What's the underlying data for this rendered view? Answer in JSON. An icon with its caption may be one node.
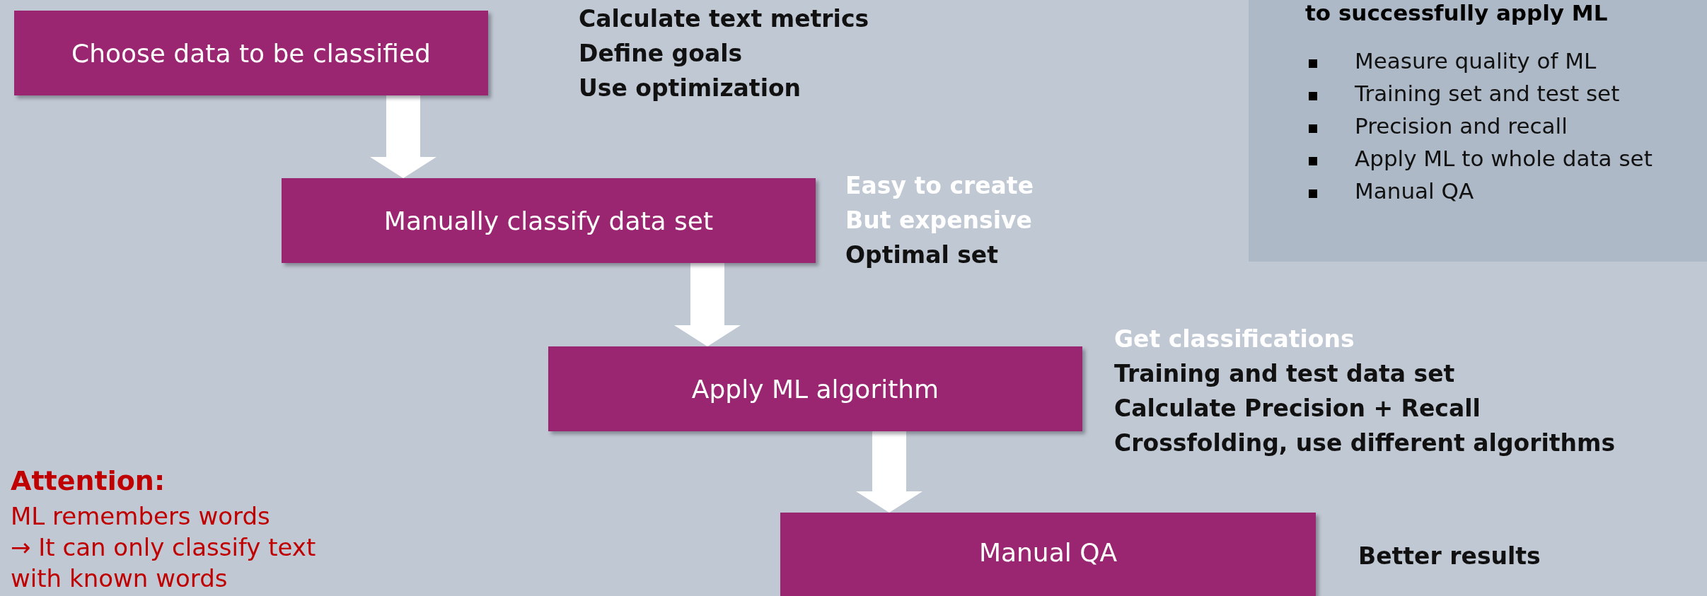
{
  "diagram": {
    "nodes": [
      {
        "text": [
          "Choose data to be classified"
        ],
        "beside": [
          "Calculate text metrics",
          "Define goals",
          "Use optimization"
        ]
      },
      {
        "text": [
          "Manually classify data set"
        ],
        "beside": [
          "Easy to create",
          "But expensive",
          "Optimal set"
        ]
      },
      {
        "text": [
          "Apply ML algorithm"
        ],
        "beside": [
          "Get classifications",
          "Training and test data set",
          "Calculate Precision + Recall",
          "Crossfolding, use different algorithms"
        ]
      },
      {
        "text": [
          "Manual QA"
        ],
        "beside": [
          "Better results"
        ]
      },
      {
        "text": [
          "to successfully apply ML",
          "Measure quality of ML",
          "Training set and test set",
          "Precision and recall",
          "Apply ML to whole data set",
          "Manual QA"
        ]
      }
    ],
    "edges": [
      {
        "from": 0,
        "to": 1,
        "arrow": "to"
      },
      {
        "from": 1,
        "to": 2,
        "arrow": "to"
      },
      {
        "from": 2,
        "to": 3,
        "arrow": "to"
      }
    ],
    "labels": [
      "Attention:",
      "ML remembers words",
      "→ It can only classify text",
      "with known words"
    ]
  }
}
